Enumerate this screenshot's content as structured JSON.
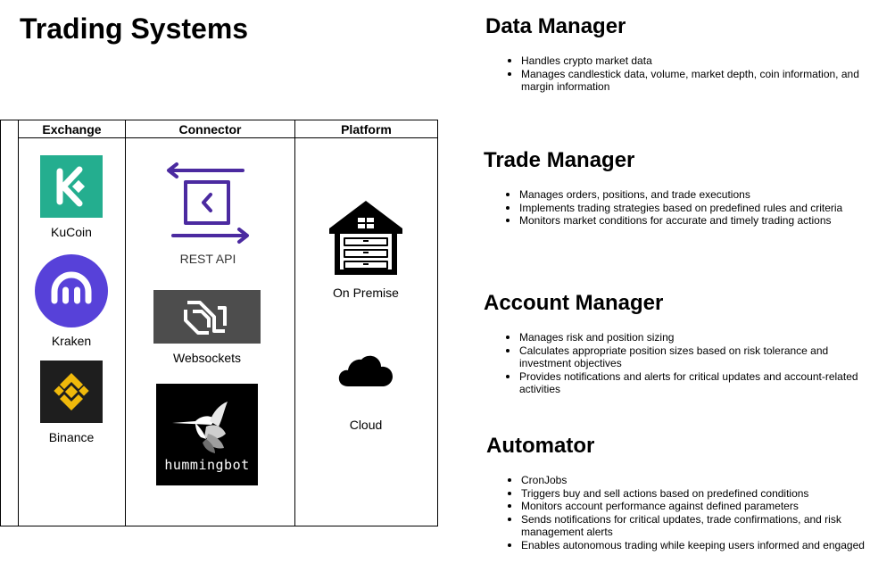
{
  "title": "Trading Systems",
  "table": {
    "headers": [
      "Exchange",
      "Connector",
      "Platform"
    ],
    "exchanges": [
      {
        "label": "KuCoin",
        "icon": "kucoin-logo",
        "color": "#24AE8F"
      },
      {
        "label": "Kraken",
        "icon": "kraken-logo",
        "color": "#5741D9"
      },
      {
        "label": "Binance",
        "icon": "binance-logo",
        "color": "#F0B90B"
      }
    ],
    "connectors": [
      {
        "label": "REST API",
        "icon": "rest-api-icon",
        "color": "#4B2AA0"
      },
      {
        "label": "Websockets",
        "icon": "websockets-icon",
        "color": "#4D4D4D"
      },
      {
        "label": "hummingbot",
        "icon": "hummingbot-logo",
        "color": "#000000"
      }
    ],
    "platforms": [
      {
        "label": "On Premise",
        "icon": "warehouse-icon"
      },
      {
        "label": "Cloud",
        "icon": "cloud-icon"
      }
    ]
  },
  "sections": [
    {
      "title": "Data Manager",
      "bullets": [
        "Handles crypto market data",
        "Manages candlestick data, volume, market depth, coin information, and margin information"
      ]
    },
    {
      "title": "Trade Manager",
      "bullets": [
        "Manages orders, positions, and trade executions",
        "Implements trading strategies based on predefined rules and criteria",
        "Monitors market conditions for accurate and timely trading actions"
      ]
    },
    {
      "title": "Account Manager",
      "bullets": [
        "Manages risk and position sizing",
        "Calculates appropriate position sizes based on risk tolerance and investment objectives",
        "Provides notifications and alerts for critical updates and account-related activities"
      ]
    },
    {
      "title": "Automator",
      "bullets": [
        "CronJobs",
        "Triggers buy and sell actions based on predefined conditions",
        "Monitors account performance against defined parameters",
        "Sends notifications for critical updates, trade confirmations, and risk management alerts",
        "Enables autonomous trading while keeping users informed and engaged"
      ]
    }
  ]
}
